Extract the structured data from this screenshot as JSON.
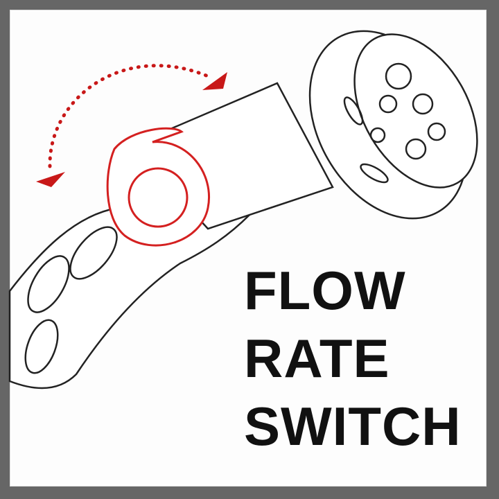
{
  "caption": {
    "line1": "FLOW",
    "line2": "RATE",
    "line3": "SWITCH"
  },
  "colors": {
    "frame": "#666666",
    "accent": "#d42020",
    "ink": "#111111"
  }
}
